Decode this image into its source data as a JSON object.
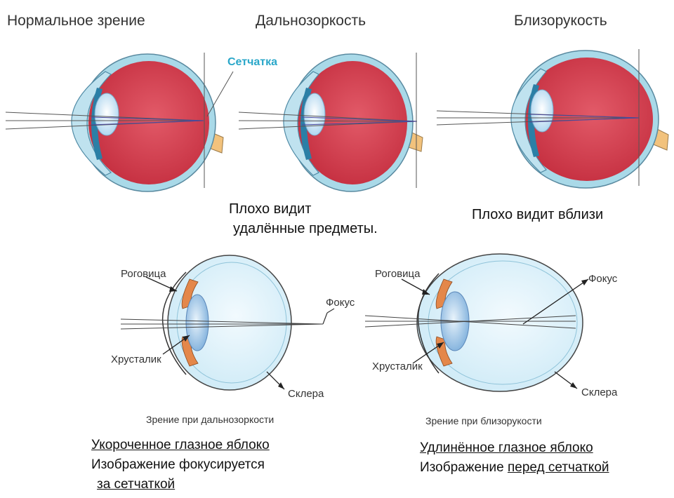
{
  "titles": {
    "normal": "Нормальное зрение",
    "hyperopia": "Дальнозоркость",
    "myopia": "Близорукость"
  },
  "retina_label": "Сетчатка",
  "captions": {
    "hyperopia_line1": "Плохо видит",
    "hyperopia_line2": "удалённые предметы.",
    "myopia": "Плохо видит вблизи"
  },
  "diagram_left": {
    "cornea": "Роговица",
    "lens": "Хрусталик",
    "sclera": "Склера",
    "focus": "Фокус",
    "caption": "Зрение при дальнозоркости"
  },
  "diagram_right": {
    "cornea": "Роговица",
    "lens": "Хрусталик",
    "sclera": "Склера",
    "focus": "Фокус",
    "caption": "Зрение при близорукости"
  },
  "bottom_left": {
    "line1": "Укороченное глазное яблоко",
    "line2": "Изображение фокусируется",
    "line3": "за сетчаткой"
  },
  "bottom_right": {
    "line1": "Удлинённое глазное яблоко",
    "line2_prefix": "Изображение",
    "line2_underlined": "перед сетчаткой"
  },
  "colors": {
    "vitreous": "#d6414f",
    "sclera_wall": "#a9d9e8",
    "optic_nerve": "#f2c27c",
    "lens": "#cfe8f5",
    "retina_label": "#2aa7c9"
  }
}
